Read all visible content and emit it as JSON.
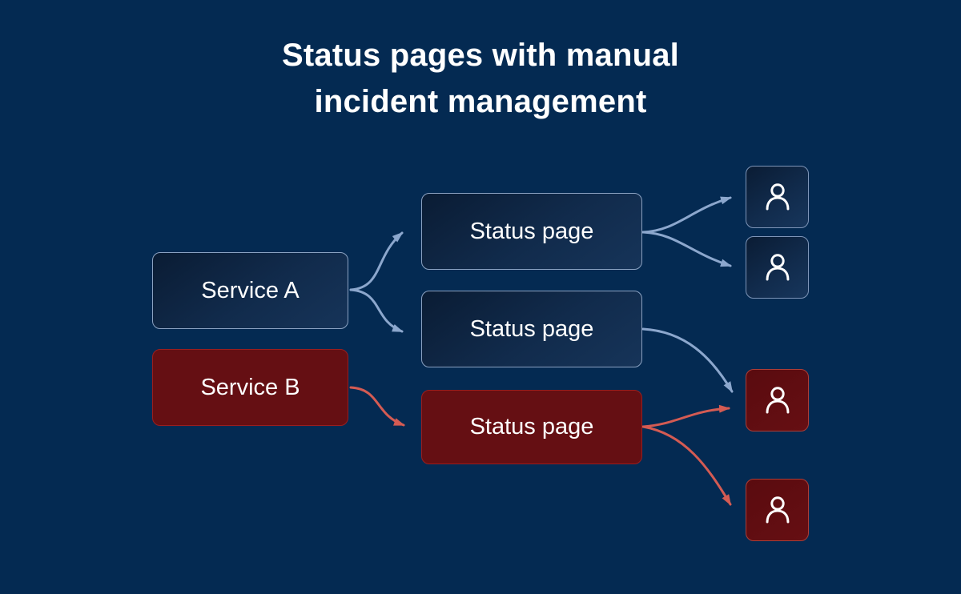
{
  "title": {
    "line1": "Status pages with manual",
    "line2": "incident management"
  },
  "nodes": {
    "service_a": {
      "label": "Service A",
      "state": "operational"
    },
    "service_b": {
      "label": "Service B",
      "state": "incident"
    },
    "status_page_1": {
      "label": "Status page",
      "state": "operational"
    },
    "status_page_2": {
      "label": "Status page",
      "state": "operational"
    },
    "status_page_3": {
      "label": "Status page",
      "state": "incident"
    },
    "subscriber_1": {
      "icon": "person-icon",
      "state": "operational"
    },
    "subscriber_2": {
      "icon": "person-icon",
      "state": "operational"
    },
    "subscriber_3": {
      "icon": "person-icon",
      "state": "incident"
    },
    "subscriber_4": {
      "icon": "person-icon",
      "state": "incident"
    }
  },
  "edges": [
    {
      "from": "service_a",
      "to": "status_page_1",
      "color": "#8CA7CD"
    },
    {
      "from": "service_a",
      "to": "status_page_2",
      "color": "#8CA7CD"
    },
    {
      "from": "service_b",
      "to": "status_page_3",
      "color": "#D45B53"
    },
    {
      "from": "status_page_1",
      "to": "subscriber_1",
      "color": "#8CA7CD"
    },
    {
      "from": "status_page_1",
      "to": "subscriber_2",
      "color": "#8CA7CD"
    },
    {
      "from": "status_page_2",
      "to": "subscriber_3",
      "color": "#8CA7CD"
    },
    {
      "from": "status_page_3",
      "to": "subscriber_3",
      "color": "#D45B53"
    },
    {
      "from": "status_page_3",
      "to": "subscriber_4",
      "color": "#D45B53"
    }
  ],
  "colors": {
    "background": "#042A52",
    "node_ok_fill": "#0E2440",
    "node_ok_border": "#8BA2C2",
    "node_incident_fill": "#650F13",
    "node_incident_border": "#9A1E1E",
    "subscriber_incident_border": "#AD3D36",
    "arrow_ok": "#8CA7CD",
    "arrow_incident": "#D45B53",
    "text": "#FFFFFF"
  }
}
